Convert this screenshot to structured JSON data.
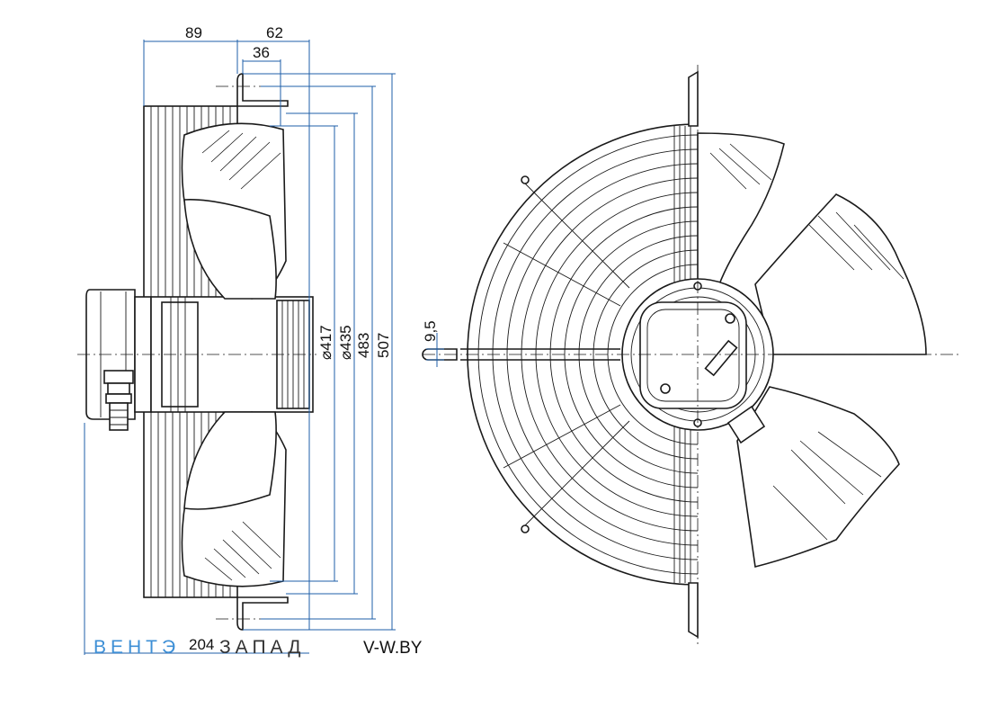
{
  "drawing": {
    "dimensions": {
      "d89": "89",
      "d62": "62",
      "d36": "36",
      "d417": "⌀417",
      "d435": "⌀435",
      "d483": "483",
      "d507": "507",
      "d95": "9,5",
      "d204": "204"
    },
    "watermark": {
      "brand_part1": "ВЕНТЭ",
      "brand_part2": "ЗАПАД",
      "domain": "V-W.BY",
      "color_blue": "#3d8fd6",
      "color_dark": "#333333",
      "color_gray": "#9aa7b4"
    },
    "dimension_color": "#1f5fa8"
  }
}
